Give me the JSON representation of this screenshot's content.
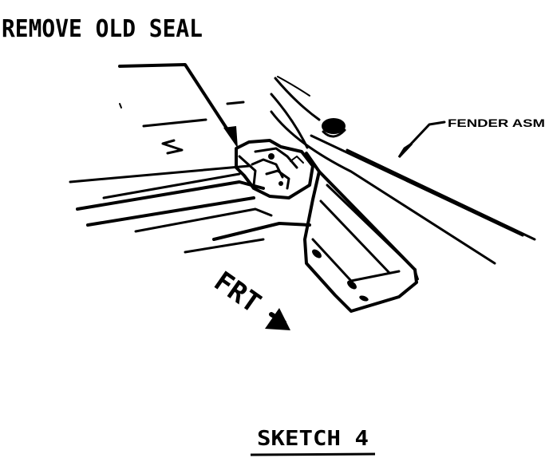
{
  "header": {
    "instruction": "REMOVE OLD SEAL"
  },
  "callouts": {
    "fender": "FENDER ASM",
    "direction": "FRT"
  },
  "footer": {
    "caption": "SKETCH 4"
  }
}
